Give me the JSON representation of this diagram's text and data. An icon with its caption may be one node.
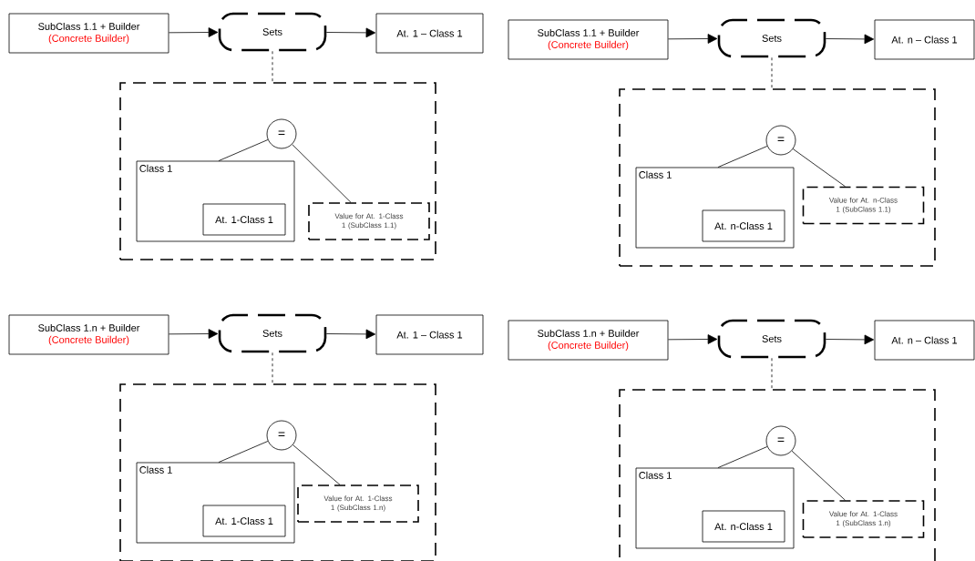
{
  "diagram": {
    "nodes": [
      {
        "text": [
          "SubClass 1.1 + Builder",
          "(Concrete Builder)"
        ]
      },
      {
        "text": [
          "Sets"
        ]
      },
      {
        "text": [
          "At. 1 – Class 1"
        ]
      },
      {
        "text": [],
        "shape": "box"
      },
      {
        "text": [
          "="
        ],
        "in": 3
      },
      {
        "text": [
          "Class 1"
        ],
        "in": 3
      },
      {
        "text": [
          "At. 1-Class 1"
        ],
        "in": 5
      },
      {
        "text": [
          "Value for At. 1-Class 1 (SubClass 1.1)"
        ],
        "in": 3
      },
      {
        "text": [
          "SubClass 1.1 + Builder",
          "(Concrete Builder)"
        ]
      },
      {
        "text": [
          "Sets"
        ]
      },
      {
        "text": [
          "At. n – Class 1"
        ]
      },
      {
        "text": [],
        "shape": "box"
      },
      {
        "text": [
          "="
        ],
        "in": 11
      },
      {
        "text": [
          "Class 1"
        ],
        "in": 11
      },
      {
        "text": [
          "At. n-Class 1"
        ],
        "in": 13
      },
      {
        "text": [
          "Value for At. n-Class 1 (SubClass 1.1)"
        ],
        "in": 11
      },
      {
        "text": [
          "SubClass 1.n + Builder",
          "(Concrete Builder)"
        ]
      },
      {
        "text": [
          "Sets"
        ]
      },
      {
        "text": [
          "At. 1 – Class 1"
        ]
      },
      {
        "text": [],
        "shape": "box"
      },
      {
        "text": [
          "="
        ],
        "in": 19
      },
      {
        "text": [
          "Class 1"
        ],
        "in": 19
      },
      {
        "text": [
          "At. 1-Class 1"
        ],
        "in": 21
      },
      {
        "text": [
          "Value for At. 1-Class 1 (SubClass 1.n)"
        ],
        "in": 19
      },
      {
        "text": [
          "SubClass 1.n + Builder",
          "(Concrete Builder)"
        ]
      },
      {
        "text": [
          "Sets"
        ]
      },
      {
        "text": [
          "At. n – Class 1"
        ]
      },
      {
        "text": [],
        "shape": "box"
      },
      {
        "text": [
          "="
        ],
        "in": 27
      },
      {
        "text": [
          "Class 1"
        ],
        "in": 27
      },
      {
        "text": [
          "At. n-Class 1"
        ],
        "in": 29
      },
      {
        "text": [
          "Value for At. 1-Class 1 (SubClass 1.n)"
        ],
        "in": 27
      }
    ],
    "edges": [
      {
        "from": 0,
        "to": 1,
        "arrow": "to"
      },
      {
        "from": 1,
        "to": 2,
        "arrow": "to"
      },
      {
        "from": 1,
        "to": 3,
        "arrow": "none",
        "style": "dashed"
      },
      {
        "from": 4,
        "to": 5,
        "arrow": "none"
      },
      {
        "from": 4,
        "to": 7,
        "arrow": "none"
      },
      {
        "from": 8,
        "to": 9,
        "arrow": "to"
      },
      {
        "from": 9,
        "to": 10,
        "arrow": "to"
      },
      {
        "from": 9,
        "to": 11,
        "arrow": "none",
        "style": "dashed"
      },
      {
        "from": 12,
        "to": 13,
        "arrow": "none"
      },
      {
        "from": 12,
        "to": 15,
        "arrow": "none"
      },
      {
        "from": 16,
        "to": 17,
        "arrow": "to"
      },
      {
        "from": 17,
        "to": 18,
        "arrow": "to"
      },
      {
        "from": 17,
        "to": 19,
        "arrow": "none",
        "style": "dashed"
      },
      {
        "from": 20,
        "to": 21,
        "arrow": "none"
      },
      {
        "from": 20,
        "to": 23,
        "arrow": "none"
      },
      {
        "from": 24,
        "to": 25,
        "arrow": "to"
      },
      {
        "from": 25,
        "to": 26,
        "arrow": "to"
      },
      {
        "from": 25,
        "to": 27,
        "arrow": "none",
        "style": "dashed"
      },
      {
        "from": 28,
        "to": 29,
        "arrow": "none"
      },
      {
        "from": 28,
        "to": 31,
        "arrow": "none"
      }
    ]
  }
}
